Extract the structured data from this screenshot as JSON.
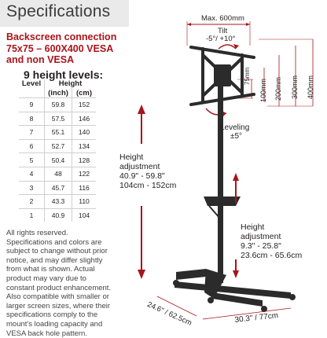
{
  "header": {
    "title": "Specifications"
  },
  "backscreen": {
    "line1": "Backscreen connection",
    "line2": "75x75 – 600X400 VESA",
    "line3": "and non VESA"
  },
  "height_levels": {
    "title": "9 height levels:",
    "col_level": "Level",
    "col_height": "Height",
    "col_inch": "(inch)",
    "col_cm": "(cm)",
    "rows": [
      [
        "9",
        "59.8",
        "152"
      ],
      [
        "8",
        "57.5",
        "146"
      ],
      [
        "7",
        "55.1",
        "140"
      ],
      [
        "6",
        "52.7",
        "134"
      ],
      [
        "5",
        "50.4",
        "128"
      ],
      [
        "4",
        "48",
        "122"
      ],
      [
        "3",
        "45.7",
        "116"
      ],
      [
        "2",
        "43.3",
        "110"
      ],
      [
        "1",
        "40.9",
        "104"
      ]
    ]
  },
  "notes": [
    "All rights reserved.",
    "Specifications and colors are",
    "subject to change without prior",
    "notice, and may differ slightly",
    "from what is shown. Actual",
    "product may vary due to",
    "constant product enhancement.",
    "Also compatible with smaller or",
    "larger screen sizes, where their",
    "specifications comply to the",
    "mount's loading capacity and",
    "VESA back hole pattern."
  ],
  "dimensions": {
    "max_width": "Max. 600mm",
    "tilt_label": "Tilt",
    "tilt_value": "-5°/ +10°",
    "v75": "75mm",
    "v100": "100mm",
    "v200": "200mm",
    "v300": "300mm",
    "v400": "400mm",
    "leveling_label": "Leveling",
    "leveling_value": "±5°",
    "height_adj_label1": "Height",
    "height_adj_label2": "adjustment",
    "height_adj_inch": "40.9\" - 59.8\"",
    "height_adj_cm": "104cm - 152cm",
    "shelf_label1": "Height",
    "shelf_label2": "adjustment",
    "shelf_inch": "9.3\" - 25.8\"",
    "shelf_cm": "23.6cm - 65.6cm",
    "depth": "24.6\" / 62.5cm",
    "width": "30.3\" / 77cm"
  },
  "colors": {
    "accent": "#a8141b",
    "text": "#231f20",
    "header_bg": "#ebeaea",
    "stand": "#2b2b2b"
  }
}
